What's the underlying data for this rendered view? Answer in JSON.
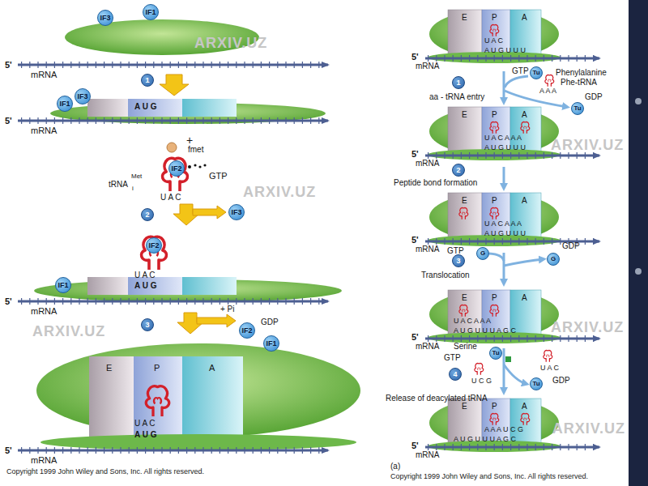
{
  "diagram": {
    "nodes": [
      {
        "text": [
          "IF3"
        ]
      },
      {
        "text": [
          "IF1"
        ]
      },
      {
        "text": [
          "1"
        ]
      },
      {
        "text": [
          "IF1"
        ]
      },
      {
        "text": [
          "IF3"
        ]
      },
      {
        "text": [
          "IF2"
        ]
      },
      {
        "text": [
          "2"
        ]
      },
      {
        "text": [
          "IF3"
        ]
      },
      {
        "text": [
          "IF2"
        ]
      },
      {
        "text": [
          "IF1"
        ]
      },
      {
        "text": [
          "3"
        ]
      },
      {
        "text": [
          "IF2"
        ]
      },
      {
        "text": [
          "IF1"
        ]
      },
      {
        "text": [
          "Tu"
        ]
      },
      {
        "text": [
          "1"
        ]
      },
      {
        "text": [
          "Tu"
        ]
      },
      {
        "text": [
          "2"
        ]
      },
      {
        "text": [
          "G"
        ]
      },
      {
        "text": [
          "G"
        ]
      },
      {
        "text": [
          "3"
        ]
      },
      {
        "text": [
          "Tu"
        ]
      },
      {
        "text": [
          "4"
        ]
      },
      {
        "text": [
          "Tu"
        ]
      }
    ],
    "labels": [
      "5'",
      "mRNA",
      "A U G",
      "5'",
      "mRNA",
      "+",
      "fmet",
      "GTP",
      "tRNA",
      "Met",
      "i",
      "U A C",
      "U A C",
      "A U G",
      "5'",
      "mRNA",
      "+ Pi",
      "GDP",
      "E",
      "P",
      "A",
      "U A C",
      "A U G",
      "5'",
      "mRNA",
      "Copyright 1999 John Wiley and Sons, Inc. All rights reserved.",
      "E",
      "P",
      "A",
      "U A C",
      "A U G U U U",
      "5'",
      "mRNA",
      "GTP",
      "Phenylalanine",
      "Phe-tRNA",
      "A A A",
      "GDP",
      "aa - tRNA entry",
      "E",
      "P",
      "A",
      "U A C A A A",
      "A U G U U U",
      "5'",
      "mRNA",
      "Peptide bond formation",
      "E",
      "P",
      "A",
      "U A C A A A",
      "A U G U U U",
      "5'",
      "mRNA",
      "GTP",
      "GDP",
      "Translocation",
      "E",
      "P",
      "A",
      "U A C A A A",
      "A U G U U U A G C",
      "5'",
      "mRNA",
      "Serine",
      "GTP",
      "U C G",
      "U A C",
      "GDP",
      "Release of deacylated tRNA",
      "E",
      "P",
      "A",
      "A A A U C G",
      "A U G U U U A G C",
      "5'",
      "mRNA",
      "(a)",
      "Copyright 1999 John Wiley and Sons, Inc. All rights reserved.",
      "ARXIV.UZ",
      "ARXIV.UZ",
      "ARXIV.UZ",
      "ARXIV.UZ",
      "ARXIV.UZ",
      "ARXIV.UZ"
    ]
  }
}
